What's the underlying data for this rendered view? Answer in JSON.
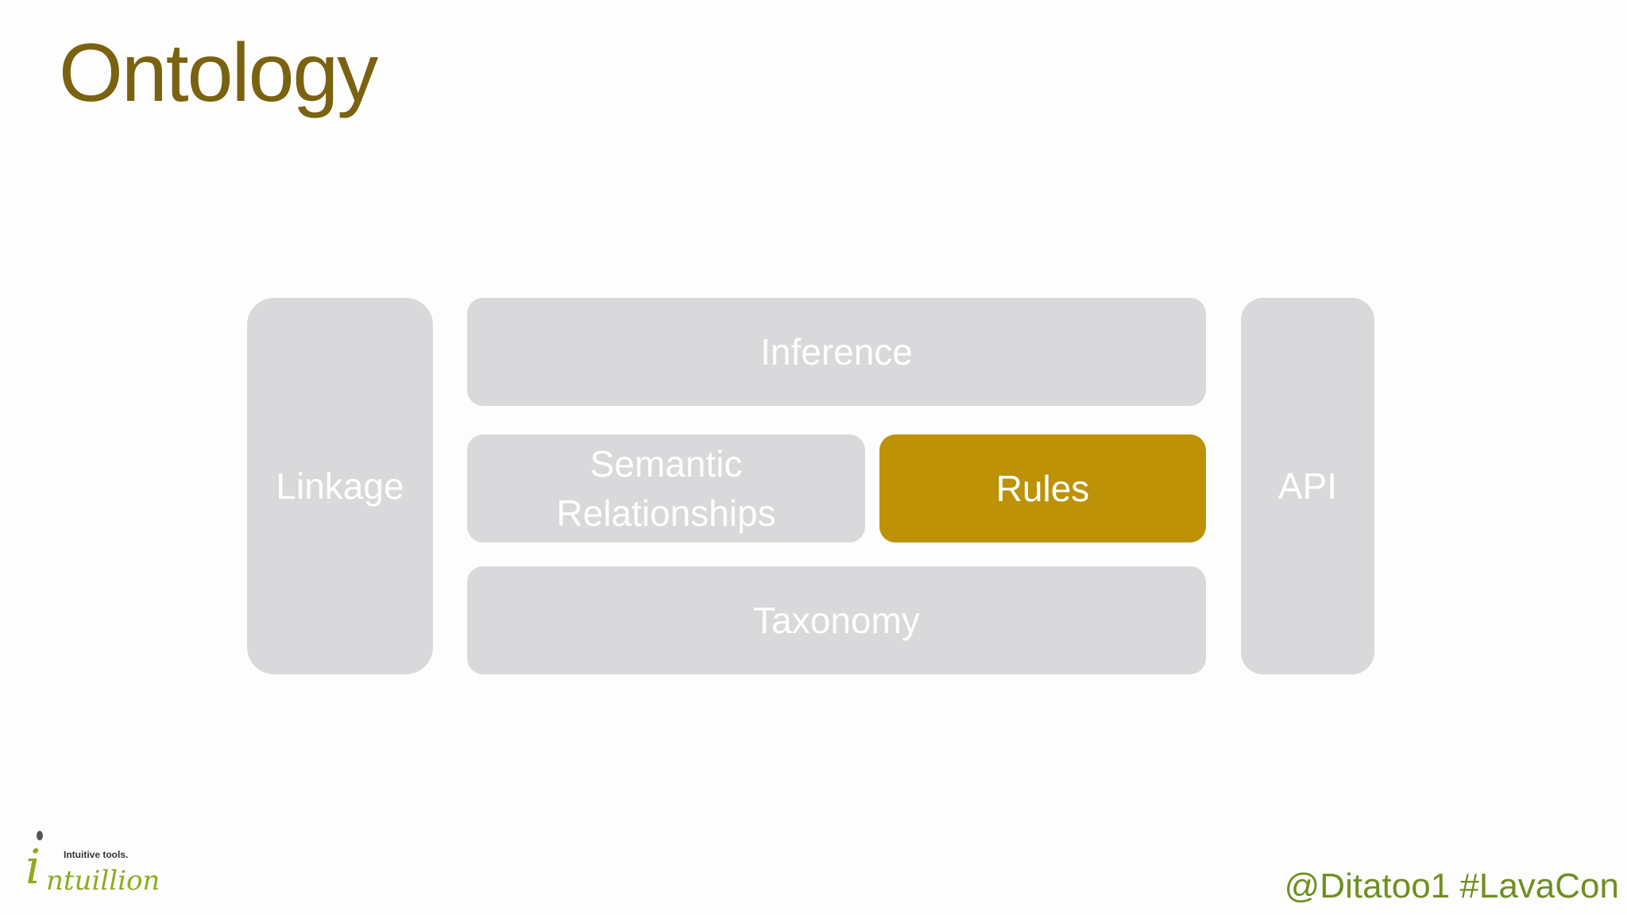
{
  "slide": {
    "title": "Ontology"
  },
  "diagram": {
    "blocks": {
      "linkage": "Linkage",
      "inference": "Inference",
      "semantic_line1": "Semantic",
      "semantic_line2": "Relationships",
      "rules": "Rules",
      "taxonomy": "Taxonomy",
      "api": "API"
    },
    "highlight_block": "Rules",
    "colors": {
      "block": "#d9d8da",
      "highlight": "#be9207",
      "title": "#7a6210"
    }
  },
  "logo": {
    "initial": "i",
    "name_rest": "ntuillion",
    "tagline": "Intuitive tools."
  },
  "footer": {
    "handle": "@Ditatoo1 #LavaCon"
  }
}
